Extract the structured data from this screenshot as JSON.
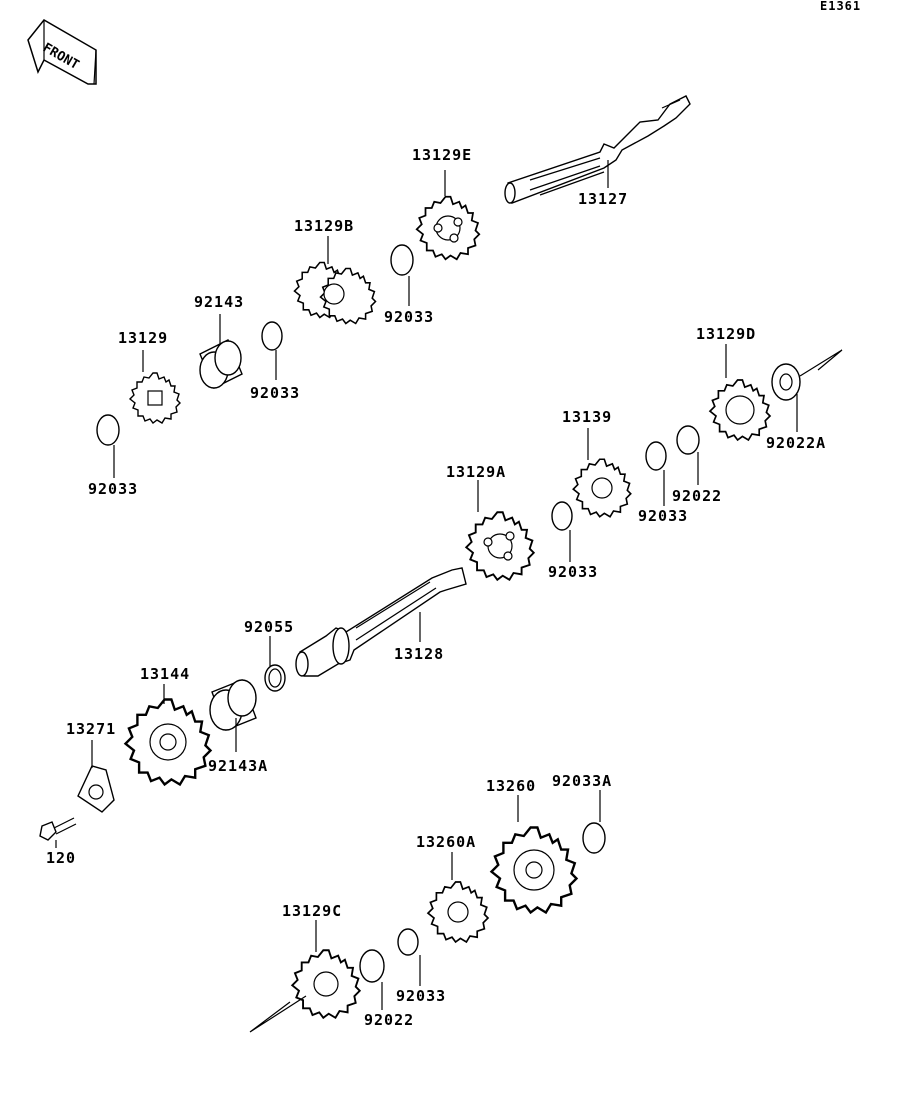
{
  "diagram_code": "E1361",
  "front_label": "FRONT",
  "parts": [
    {
      "id": "p-13127",
      "number": "13127"
    },
    {
      "id": "p-13129E",
      "number": "13129E"
    },
    {
      "id": "p-13129B",
      "number": "13129B"
    },
    {
      "id": "p-92033-a",
      "number": "92033"
    },
    {
      "id": "p-92143",
      "number": "92143"
    },
    {
      "id": "p-92033-b",
      "number": "92033"
    },
    {
      "id": "p-13129",
      "number": "13129"
    },
    {
      "id": "p-92033-c",
      "number": "92033"
    },
    {
      "id": "p-13129D",
      "number": "13129D"
    },
    {
      "id": "p-92022A",
      "number": "92022A"
    },
    {
      "id": "p-13139",
      "number": "13139"
    },
    {
      "id": "p-92022-a",
      "number": "92022"
    },
    {
      "id": "p-92033-d",
      "number": "92033"
    },
    {
      "id": "p-13129A",
      "number": "13129A"
    },
    {
      "id": "p-92033-e",
      "number": "92033"
    },
    {
      "id": "p-92055",
      "number": "92055"
    },
    {
      "id": "p-13128",
      "number": "13128"
    },
    {
      "id": "p-13144",
      "number": "13144"
    },
    {
      "id": "p-92143A",
      "number": "92143A"
    },
    {
      "id": "p-13271",
      "number": "13271"
    },
    {
      "id": "p-120",
      "number": "120"
    },
    {
      "id": "p-13260",
      "number": "13260"
    },
    {
      "id": "p-92033A",
      "number": "92033A"
    },
    {
      "id": "p-13260A",
      "number": "13260A"
    },
    {
      "id": "p-92033-f",
      "number": "92033"
    },
    {
      "id": "p-13129C",
      "number": "13129C"
    },
    {
      "id": "p-92022-b",
      "number": "92022"
    }
  ]
}
